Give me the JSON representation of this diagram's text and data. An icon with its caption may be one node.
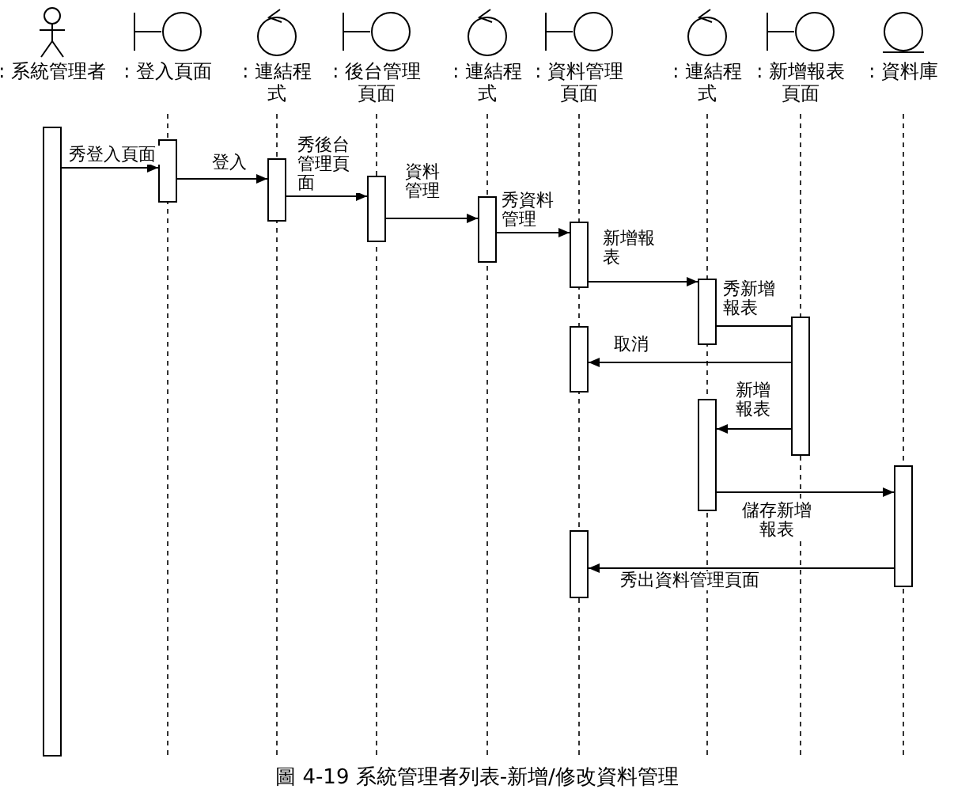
{
  "diagram": {
    "caption": "圖 4-19 系統管理者列表-新增/修改資料管理",
    "nodes": [
      {
        "text": [
          ": 系統管理者"
        ]
      },
      {
        "text": [
          ": 登入頁面"
        ]
      },
      {
        "text": [
          ": 連結程式"
        ]
      },
      {
        "text": [
          ": 後台管理頁面"
        ]
      },
      {
        "text": [
          ": 連結程式"
        ]
      },
      {
        "text": [
          ": 資料管理頁面"
        ]
      },
      {
        "text": [
          ": 連結程式"
        ]
      },
      {
        "text": [
          ": 新增報表頁面"
        ]
      },
      {
        "text": [
          ": 資料庫"
        ]
      },
      {
        "text": [],
        "shape": "bar"
      },
      {
        "text": [],
        "shape": "bar"
      },
      {
        "text": [],
        "shape": "bar"
      },
      {
        "text": [],
        "shape": "bar"
      },
      {
        "text": [],
        "shape": "bar"
      },
      {
        "text": [],
        "shape": "bar"
      },
      {
        "text": [],
        "shape": "bar"
      },
      {
        "text": [],
        "shape": "bar"
      },
      {
        "text": [],
        "shape": "bar"
      },
      {
        "text": [],
        "shape": "bar"
      },
      {
        "text": [],
        "shape": "bar"
      },
      {
        "text": [],
        "shape": "bar"
      }
    ],
    "edges": [
      {
        "from": 9,
        "to": 10,
        "arrow": "to",
        "label": "秀登入頁面"
      },
      {
        "from": 10,
        "to": 11,
        "arrow": "to",
        "label": "登入"
      },
      {
        "from": 11,
        "to": 12,
        "arrow": "to",
        "label": "秀後台管理頁面"
      },
      {
        "from": 12,
        "to": 13,
        "arrow": "to",
        "label": "資料管理"
      },
      {
        "from": 13,
        "to": 14,
        "arrow": "to",
        "label": "秀資料管理"
      },
      {
        "from": 14,
        "to": 15,
        "arrow": "to",
        "label": "新增報表"
      },
      {
        "from": 15,
        "to": 16,
        "arrow": "none",
        "label": "秀新增報表"
      },
      {
        "from": 16,
        "to": 17,
        "arrow": "to",
        "label": "取消"
      },
      {
        "from": 16,
        "to": 18,
        "arrow": "to",
        "label": "新增報表"
      },
      {
        "from": 18,
        "to": 19,
        "arrow": "to",
        "label": "儲存新增報表"
      },
      {
        "from": 19,
        "to": 20,
        "arrow": "to",
        "label": "秀出資料管理頁面"
      }
    ]
  }
}
